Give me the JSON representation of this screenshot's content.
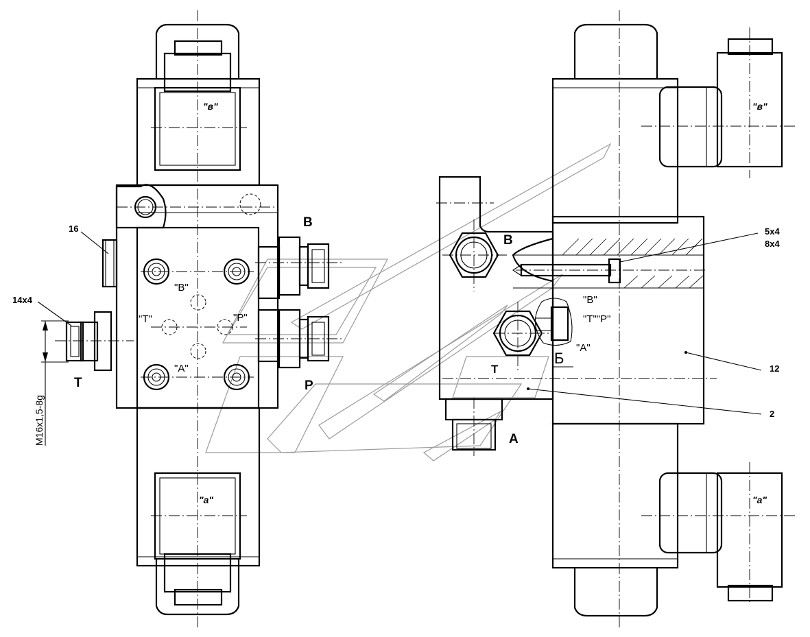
{
  "labels": {
    "left_view": {
      "solenoid_top": "\"в\"",
      "solenoid_bottom": "\"а\"",
      "port_B": "В",
      "port_P": "Р",
      "port_T": "Т",
      "inner_B": "\"В\"",
      "inner_T": "\"Т\"",
      "inner_P": "\"Р\"",
      "inner_A": "\"А\"",
      "callout_16": "16",
      "callout_14x4": "14х4",
      "thread": "М16х1,5-8g"
    },
    "right_view": {
      "solenoid_top": "\"в\"",
      "solenoid_bottom": "\"а\"",
      "port_B": "В",
      "port_T": "Т",
      "port_A": "А",
      "inner_B": "\"В\"",
      "inner_TP": "\"Т\"\"Р\"",
      "inner_A": "\"А\"",
      "section_B": "Б",
      "ring_1": "5х4",
      "ring_2": "8х4",
      "callout_12": "12",
      "callout_2": "2"
    }
  }
}
